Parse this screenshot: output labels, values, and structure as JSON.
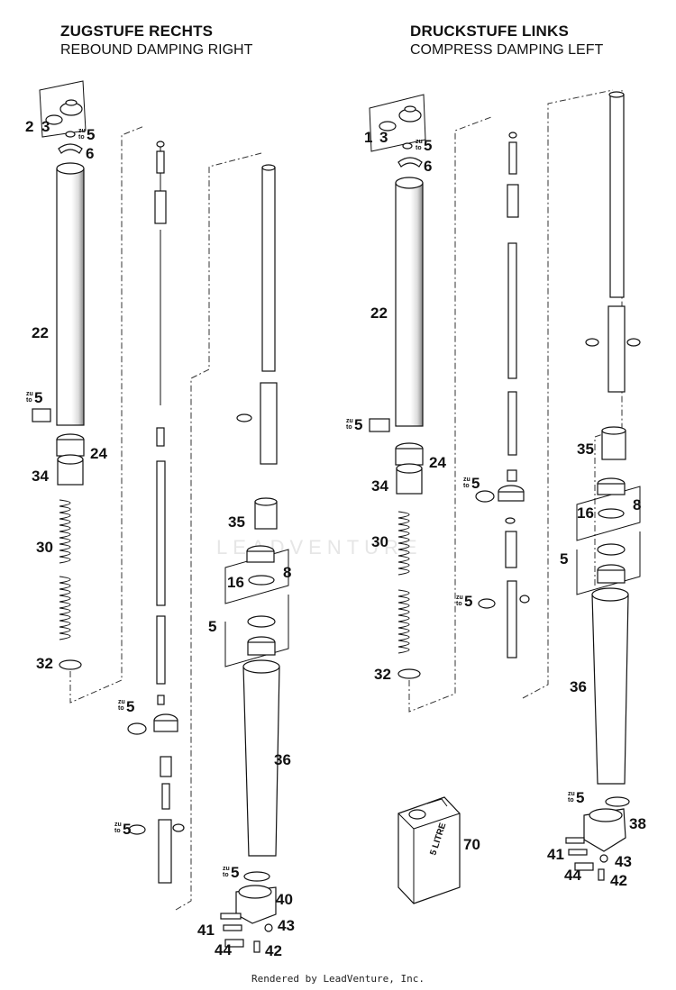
{
  "headers": {
    "left": {
      "title_de": "ZUGSTUFE RECHTS",
      "title_en": "REBOUND DAMPING RIGHT"
    },
    "right": {
      "title_de": "DRUCKSTUFE LINKS",
      "title_en": "COMPRESS DAMPING LEFT"
    }
  },
  "zu_to": {
    "zu": "zu",
    "to": "to"
  },
  "left_labels": {
    "p2": "2",
    "p3": "3",
    "p5a": "5",
    "p6": "6",
    "p22": "22",
    "p5b": "5",
    "p24": "24",
    "p34": "34",
    "p30": "30",
    "p32": "32",
    "p5c": "5",
    "p5d": "5",
    "p35": "35",
    "p16": "16",
    "p8": "8",
    "p5e": "5",
    "p36": "36",
    "p5f": "5",
    "p40": "40",
    "p41": "41",
    "p43": "43",
    "p44": "44",
    "p42": "42"
  },
  "right_labels": {
    "p1": "1",
    "p3": "3",
    "p5a": "5",
    "p6": "6",
    "p22": "22",
    "p5b": "5",
    "p24": "24",
    "p34": "34",
    "p30": "30",
    "p32": "32",
    "p5c": "5",
    "p5d": "5",
    "p35": "35",
    "p16": "16",
    "p8": "8",
    "p5e": "5",
    "p36": "36",
    "p5f": "5",
    "p38": "38",
    "p41": "41",
    "p43": "43",
    "p44": "44",
    "p42": "42",
    "p70": "70"
  },
  "canister_label": "5 LITRE",
  "watermark": "LEADVENTURE",
  "footer": "Rendered by LeadVenture, Inc."
}
